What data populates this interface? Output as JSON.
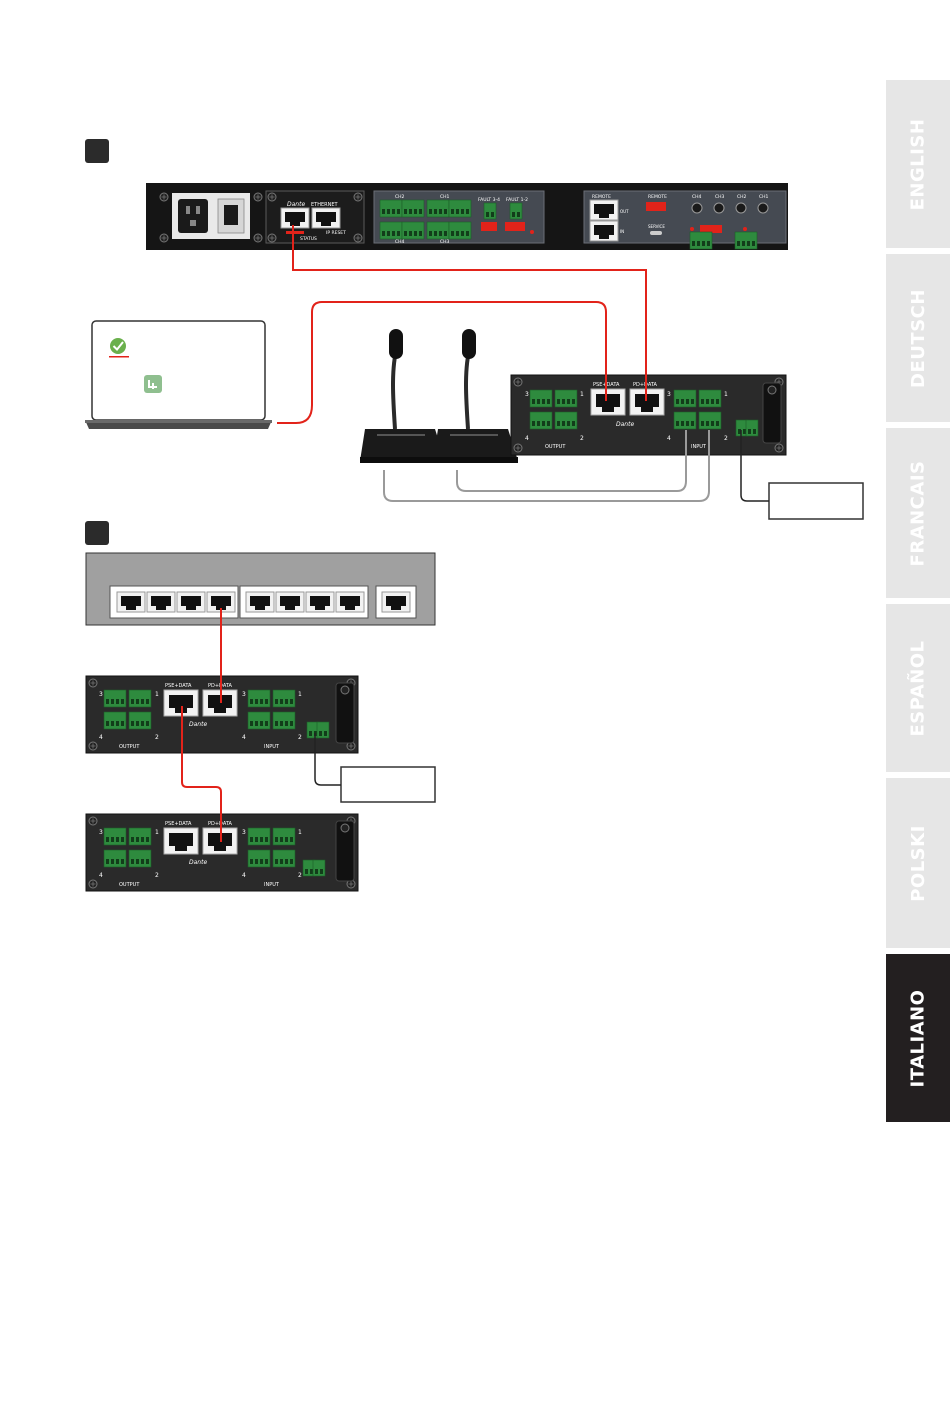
{
  "colors": {
    "tab_inactive_bg": "#e6e6e6",
    "tab_inactive_text": "#ffffff",
    "tab_active_bg": "#231f20",
    "tab_active_text": "#ffffff",
    "cable_network": "#e2231a",
    "cable_mic": "#9a9a9a",
    "terminal_green": "#2e8b3e",
    "device_dark": "#2a2a2a"
  },
  "language_tabs": [
    {
      "label": "ENGLISH",
      "active": false
    },
    {
      "label": "DEUTSCH",
      "active": false
    },
    {
      "label": "FRANCAIS",
      "active": false
    },
    {
      "label": "ESPAÑOL",
      "active": false
    },
    {
      "label": "POLSKI",
      "active": false
    },
    {
      "label": "ITALIANO",
      "active": true
    }
  ],
  "amplifier": {
    "dante_label": "Dante",
    "ethernet_label": "ETHERNET",
    "status_label": "STATUS",
    "ip_reset_label": "IP RESET",
    "ch_labels": [
      "CH4",
      "CH3",
      "CH2",
      "CH1"
    ],
    "fault_labels": [
      "FAULT 3-4",
      "FAULT 1-2"
    ],
    "remote_label": "REMOTE",
    "remote_out": "OUT",
    "remote_in": "IN",
    "remote_dip_label": "REMOTE",
    "service_label": "SERVICE",
    "knob_labels": [
      "CH4",
      "CH3",
      "CH2",
      "CH1"
    ]
  },
  "interface_unit": {
    "pse_label": "PSE+DATA",
    "pd_label": "PD+DATA",
    "dante_label": "Dante",
    "output_label": "OUTPUT",
    "input_label": "INPUT",
    "num_3": "3",
    "num_4": "4",
    "num_1": "1",
    "num_2": "2"
  }
}
